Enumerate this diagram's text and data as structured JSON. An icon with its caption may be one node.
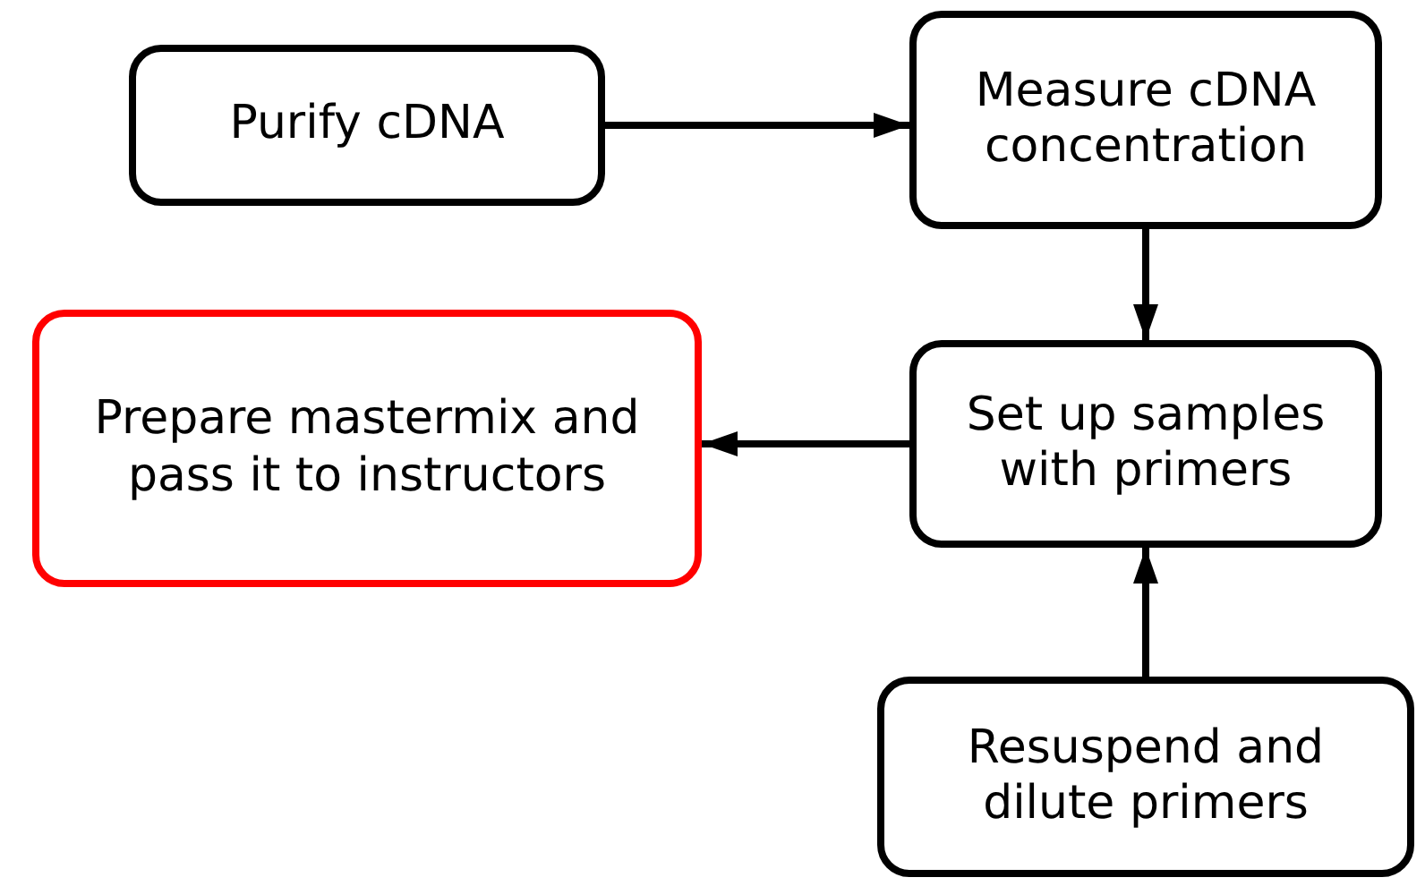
{
  "diagram": {
    "nodes": [
      {
        "text": [
          "Purify cDNA"
        ]
      },
      {
        "text": [
          "Measure cDNA concentration"
        ]
      },
      {
        "text": [
          "Prepare mastermix and pass it to instructors"
        ]
      },
      {
        "text": [
          "Set up samples with primers"
        ]
      },
      {
        "text": [
          "Resuspend and dilute primers"
        ]
      }
    ],
    "edges": [
      {
        "from": 0,
        "to": 1,
        "arrow": "to"
      },
      {
        "from": 1,
        "to": 3,
        "arrow": "to"
      },
      {
        "from": 3,
        "to": 2,
        "arrow": "to"
      },
      {
        "from": 4,
        "to": 3,
        "arrow": "to"
      }
    ]
  }
}
